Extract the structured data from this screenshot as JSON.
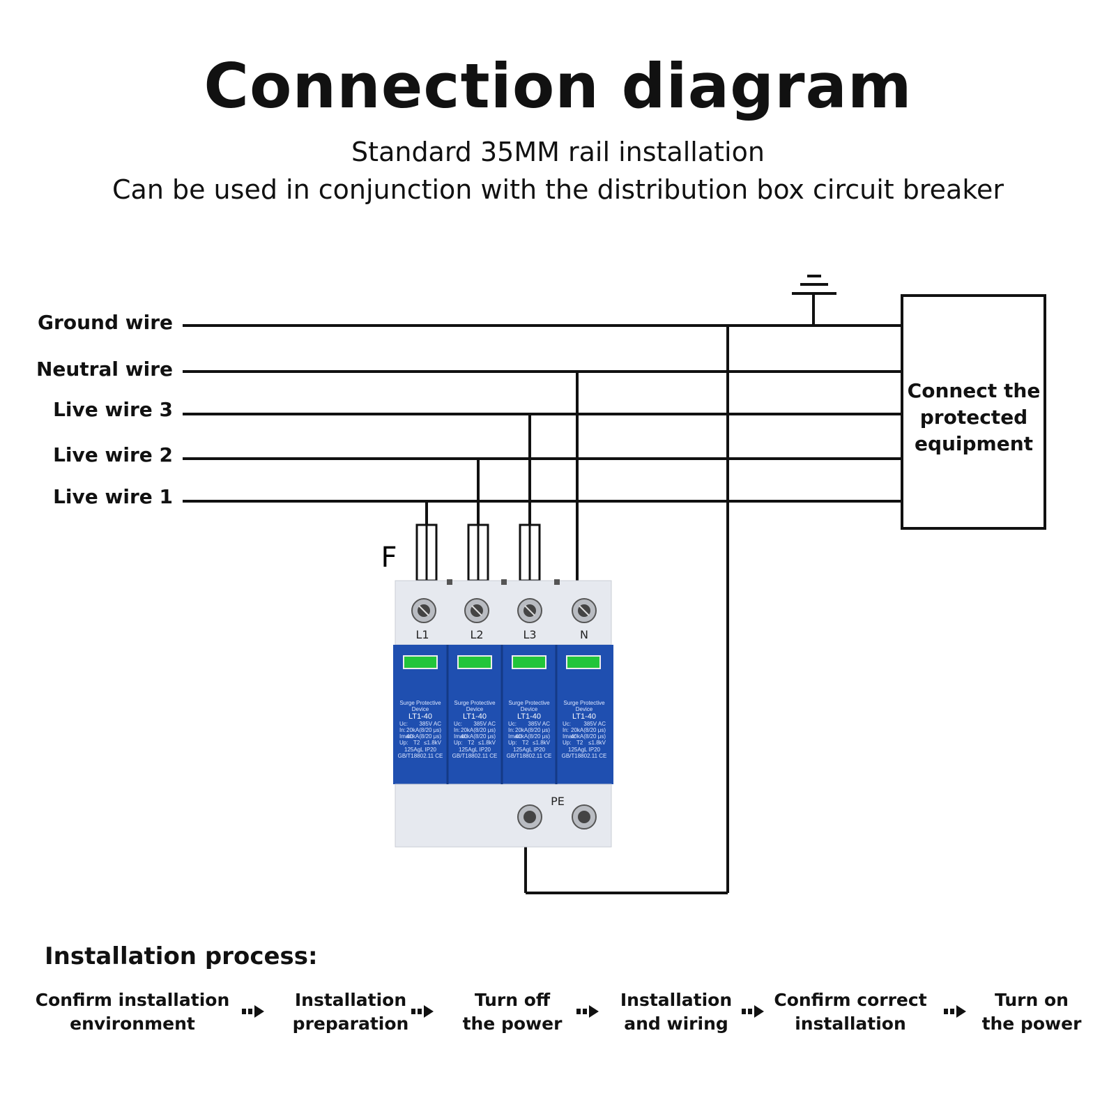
{
  "title": "Connection diagram",
  "subtitle_lines": [
    "Standard 35MM rail installation",
    "Can be used in conjunction with the distribution box circuit breaker"
  ],
  "wires": [
    {
      "label": "Ground wire"
    },
    {
      "label": "Neutral wire"
    },
    {
      "label": "Live wire 3"
    },
    {
      "label": "Live wire 2"
    },
    {
      "label": "Live wire 1"
    }
  ],
  "equipment_box": {
    "lines": [
      "Connect the",
      "protected",
      "equipment"
    ]
  },
  "fuse_label": "F",
  "device": {
    "terminals": [
      "L1",
      "L2",
      "L3",
      "N"
    ],
    "pe_label": "PE",
    "module": {
      "name_line1": "Surge Protective",
      "name_line2": "Device",
      "model": "LT1-40",
      "uc": "Uc:",
      "uc_val": "385V AC",
      "in": "In:",
      "in_val": "20kA(8/20 μs)",
      "imax": "Imax:",
      "imax_val": "40kA(8/20 μs)",
      "up": "Up:",
      "up_class": "T2",
      "up_val": "≤1.8kV",
      "fuse": "125AgL IP20",
      "std": "GB/T18802.11 CE"
    },
    "colors": {
      "body": "#e6e9ef",
      "module": "#1f4fb0",
      "indicator": "#22c53a"
    }
  },
  "process": {
    "title": "Installation process:",
    "steps": [
      {
        "line1": "Confirm installation",
        "line2": "environment"
      },
      {
        "line1": "Installation",
        "line2": "preparation"
      },
      {
        "line1": "Turn off",
        "line2": "the power"
      },
      {
        "line1": "Installation",
        "line2": "and wiring"
      },
      {
        "line1": "Confirm correct",
        "line2": "installation"
      },
      {
        "line1": "Turn on",
        "line2": "the power"
      }
    ],
    "arrow_icon": "double-arrow-icon"
  }
}
